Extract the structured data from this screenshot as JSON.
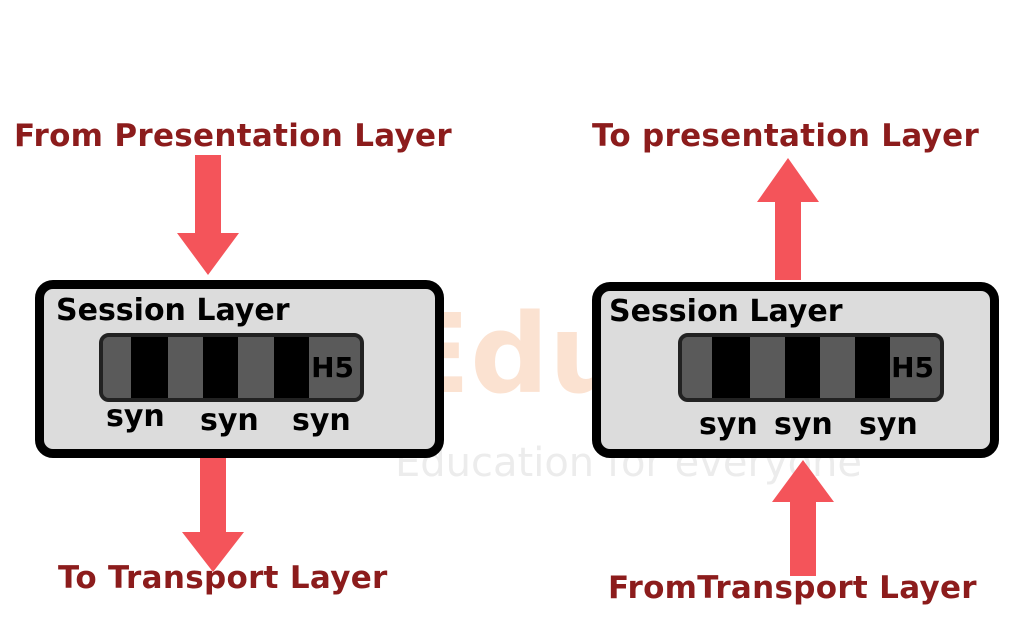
{
  "left": {
    "top_label": "From Presentation Layer",
    "bottom_label": "To Transport Layer",
    "box_title": "Session Layer",
    "header": "H5",
    "syn_labels": [
      "syn",
      "syn",
      "syn"
    ]
  },
  "right": {
    "top_label": "To presentation Layer",
    "bottom_label": "FromTransport Layer",
    "box_title": "Session Layer",
    "header": "H5",
    "syn_labels": [
      "syn",
      "syn",
      "syn"
    ]
  },
  "watermark": {
    "brand": "Eduinput",
    "tagline": "Education for everyone"
  },
  "colors": {
    "label": "#8c1c1c",
    "arrow": "#f4545a"
  }
}
